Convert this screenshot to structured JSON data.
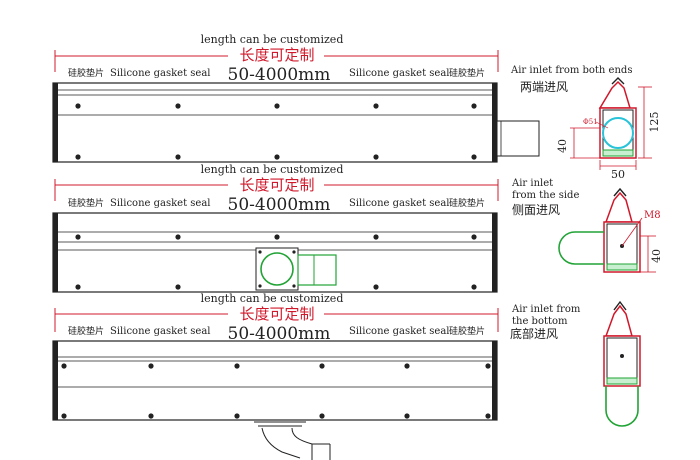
{
  "colors": {
    "red": "#d0182b",
    "green": "#21a336",
    "cyan": "#28c3d8",
    "line": "#222222"
  },
  "sections": [
    {
      "length_en": "length can be customized",
      "length_cn": "长度可定制",
      "range": "50-4000mm",
      "left_seal_cn": "硅胶垫片",
      "left_seal_en": "Silicone gasket seal",
      "right_seal_en": "Silicone gasket seal",
      "right_seal_cn": "硅胶垫片",
      "inlet_en": [
        "Air inlet from both ends"
      ],
      "inlet_cn": "两端进风",
      "dims": [
        "125",
        "40",
        "50",
        "Φ51"
      ]
    },
    {
      "length_en": "length can be customized",
      "length_cn": "长度可定制",
      "range": "50-4000mm",
      "left_seal_cn": "硅胶垫片",
      "left_seal_en": "Silicone gasket seal",
      "right_seal_en": "Silicone gasket seal",
      "right_seal_cn": "硅胶垫片",
      "inlet_en": [
        "Air inlet",
        "from the side"
      ],
      "inlet_cn": "侧面进风",
      "dims": [
        "M8",
        "40"
      ]
    },
    {
      "length_en": "length can be customized",
      "length_cn": "长度可定制",
      "range": "50-4000mm",
      "left_seal_cn": "硅胶垫片",
      "left_seal_en": "Silicone gasket seal",
      "right_seal_en": "Silicone gasket seal",
      "right_seal_cn": "硅胶垫片",
      "inlet_en": [
        "Air inlet from",
        "the bottom"
      ],
      "inlet_cn": "底部进风"
    }
  ]
}
